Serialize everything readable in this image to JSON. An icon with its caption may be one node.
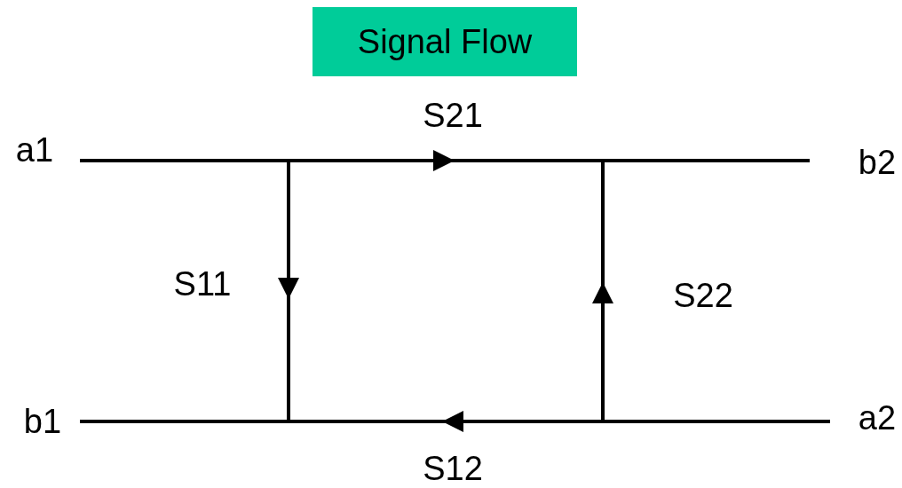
{
  "diagram": {
    "title": "Signal Flow",
    "nodes": [
      {
        "text": [
          "a1"
        ]
      },
      {
        "text": [
          "b2"
        ]
      },
      {
        "text": [
          "b1"
        ]
      },
      {
        "text": [
          "a2"
        ]
      }
    ],
    "edges": [
      {
        "from": 0,
        "to": 1,
        "arrow": "to",
        "label": "S21"
      },
      {
        "from": 0,
        "to": 2,
        "arrow": "to",
        "label": "S11"
      },
      {
        "from": 3,
        "to": 2,
        "arrow": "to",
        "label": "S12"
      },
      {
        "from": 3,
        "to": 1,
        "arrow": "to",
        "label": "S22"
      }
    ]
  }
}
